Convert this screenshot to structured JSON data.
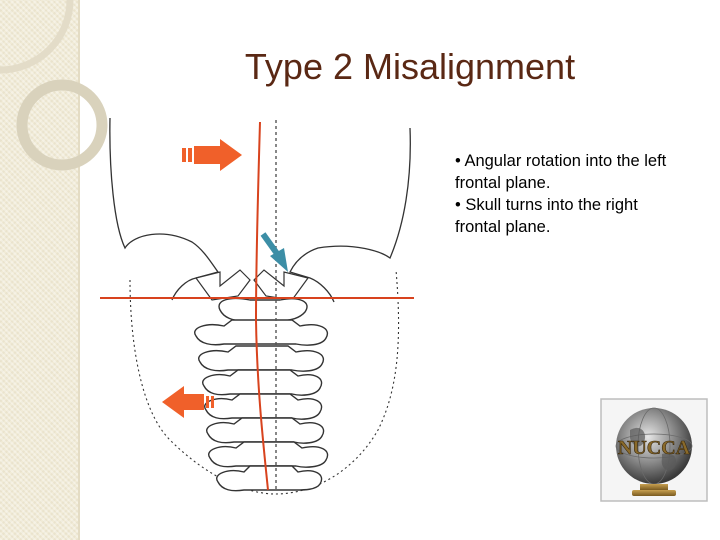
{
  "slide": {
    "title": "Type 2 Misalignment",
    "bullets": [
      "• Angular rotation into the left frontal plane.",
      "• Skull turns into the right frontal plane."
    ],
    "logo_text": "NUCCA"
  },
  "colors": {
    "title": "#5a2814",
    "orange_arrow": "#f0602a",
    "red_line": "#d8431e",
    "teal_arrow": "#3c8ea6",
    "band": "#f1ebd7"
  },
  "icons": [
    "decorative-rings-icon",
    "right-arrow-icon",
    "left-arrow-icon",
    "rotation-arrow-icon",
    "globe-logo-icon"
  ]
}
